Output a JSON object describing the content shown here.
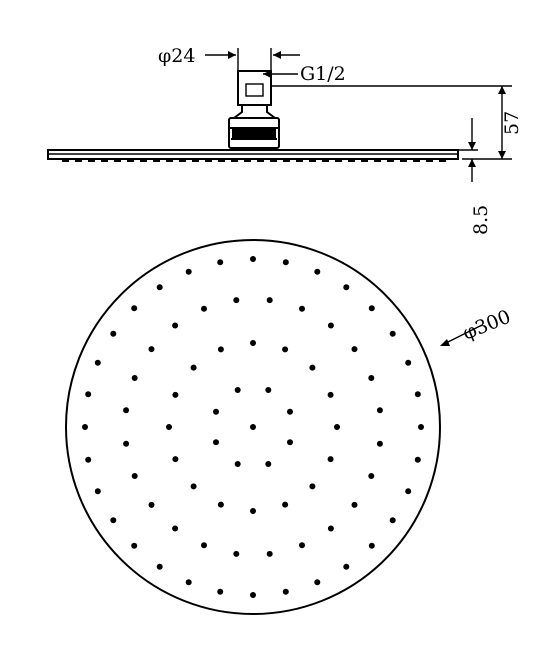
{
  "dimensions": {
    "connector_diameter": "φ24",
    "thread": "G1/2",
    "total_height": "57",
    "plate_thickness": "8.5",
    "head_diameter": "φ300"
  }
}
